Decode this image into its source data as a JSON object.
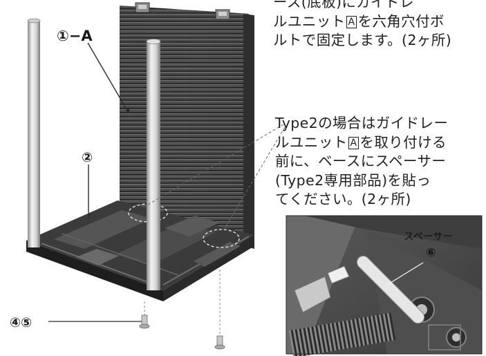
{
  "top_text": {
    "line1": "ース(底板)にガイドレ",
    "line2": "ルユニット",
    "line2_box": "A",
    "line2_rest": "を六角穴付ボ",
    "line3": "ルトで固定します。(2ヶ所)"
  },
  "type2_text": {
    "line1": "Type2の場合はガイドレー",
    "line2": "ルユニット",
    "line2_box": "A",
    "line2_rest": "を取り付ける",
    "line3": "前に、ベースにスペーサー",
    "line4": "(Type2専用部品)を貼っ",
    "line5": "てください。(2ヶ所)"
  },
  "labels": {
    "part_1a": "①−A",
    "part_2": "②",
    "part_45": "④⑤",
    "spacer": "スペーサー",
    "part_6": "⑥"
  },
  "colors": {
    "rack_dark": "#3a3a3a",
    "rack_light": "#6e6e6e",
    "pole_light": "#e6e6e6",
    "pole_shadow": "#9a9a9a",
    "text": "#1f1f1f"
  }
}
